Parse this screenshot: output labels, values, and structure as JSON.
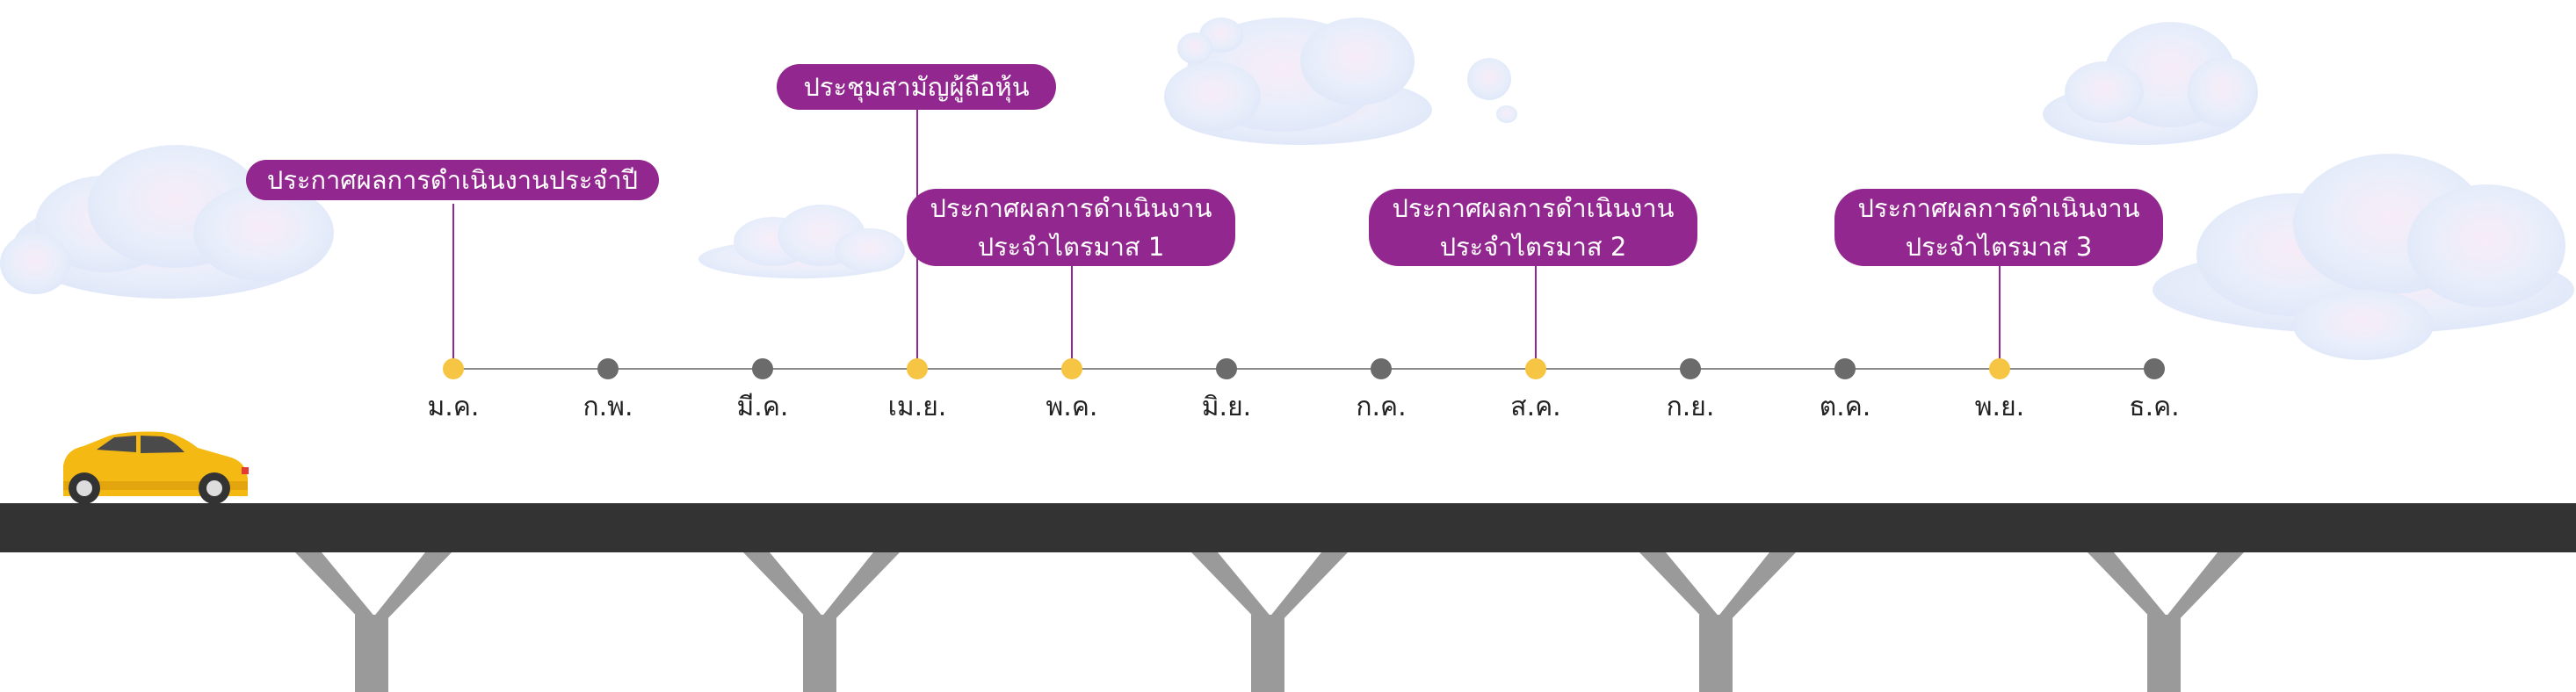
{
  "colors": {
    "accent": "#92278f",
    "event_dot": "#f6c544",
    "month_dot": "#6b6b6b",
    "road": "#333333",
    "pillar": "#9a9a9a",
    "car": "#f5b914"
  },
  "timeline": {
    "months": [
      {
        "label": "ม.ค.",
        "event": true
      },
      {
        "label": "ก.พ.",
        "event": false
      },
      {
        "label": "มี.ค.",
        "event": false
      },
      {
        "label": "เม.ย.",
        "event": true
      },
      {
        "label": "พ.ค.",
        "event": true
      },
      {
        "label": "มิ.ย.",
        "event": false
      },
      {
        "label": "ก.ค.",
        "event": false
      },
      {
        "label": "ส.ค.",
        "event": true
      },
      {
        "label": "ก.ย.",
        "event": false
      },
      {
        "label": "ต.ค.",
        "event": false
      },
      {
        "label": "พ.ย.",
        "event": true
      },
      {
        "label": "ธ.ค.",
        "event": false
      }
    ]
  },
  "events": {
    "annual": {
      "line1": "ประกาศผลการดำเนินงานประจำปี",
      "line2": ""
    },
    "agm": {
      "line1": "ประชุมสามัญผู้ถือหุ้น",
      "line2": ""
    },
    "q1": {
      "line1": "ประกาศผลการดำเนินงาน",
      "line2": "ประจำไตรมาส 1"
    },
    "q2": {
      "line1": "ประกาศผลการดำเนินงาน",
      "line2": "ประจำไตรมาส 2"
    },
    "q3": {
      "line1": "ประกาศผลการดำเนินงาน",
      "line2": "ประจำไตรมาส 3"
    }
  }
}
